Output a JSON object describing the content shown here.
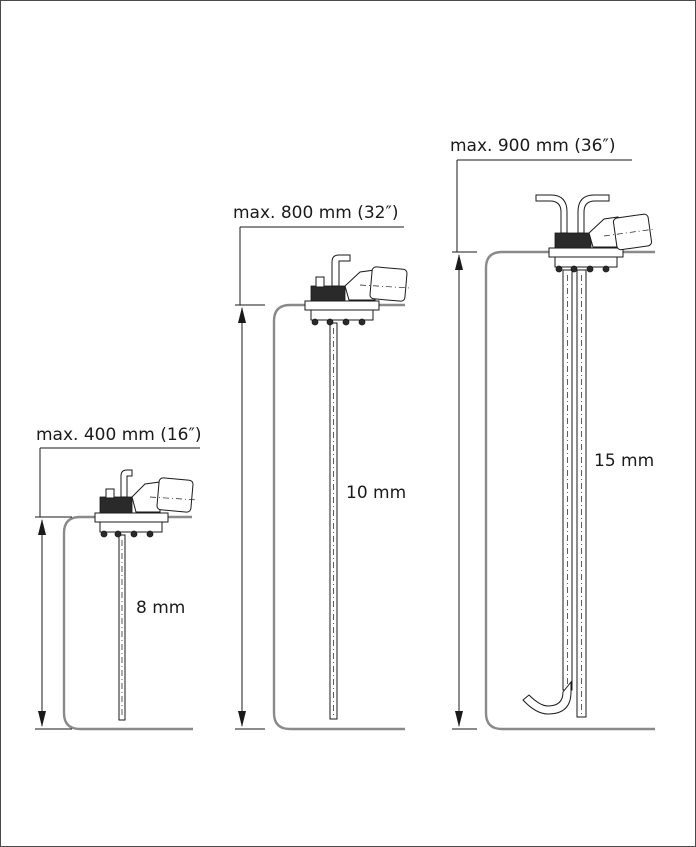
{
  "sensors": [
    {
      "max_label": "max. 400 mm (16″)",
      "diameter_label": "8 mm"
    },
    {
      "max_label": "max. 800 mm (32″)",
      "diameter_label": "10 mm"
    },
    {
      "max_label": "max. 900 mm (36″)",
      "diameter_label": "15 mm"
    }
  ]
}
